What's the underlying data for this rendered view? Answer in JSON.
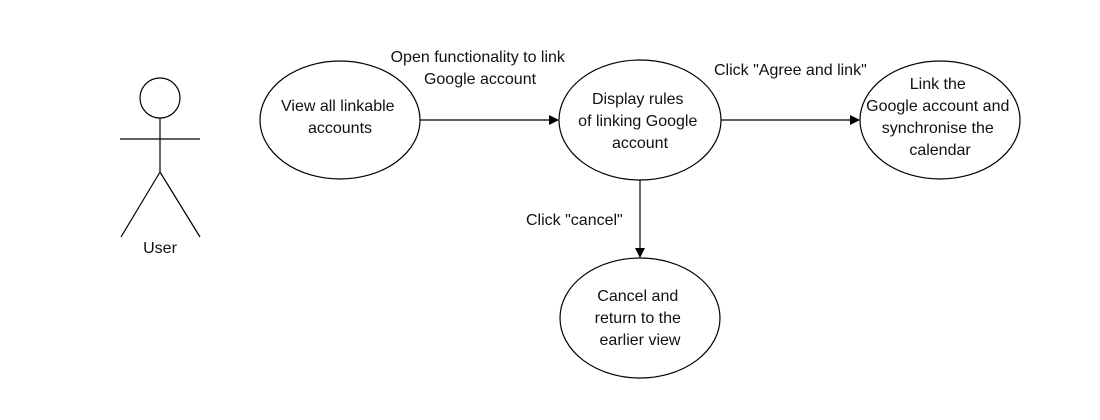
{
  "actor": {
    "label": "User"
  },
  "nodes": {
    "view_accounts": {
      "lines": [
        "View all linkable",
        "accounts"
      ]
    },
    "display_rules": {
      "lines": [
        "Display rules",
        "of linking Google",
        "account"
      ]
    },
    "link_account": {
      "lines": [
        "Link the",
        "Google account and",
        "synchronise the",
        "calendar"
      ]
    },
    "cancel_return": {
      "lines": [
        "Cancel and",
        "return to the",
        "earlier view"
      ]
    }
  },
  "edges": {
    "open_link": {
      "lines": [
        "Open functionality to link",
        "Google account"
      ]
    },
    "agree_link": {
      "lines": [
        "Click \"Agree and link\""
      ]
    },
    "cancel": {
      "lines": [
        "Click \"cancel\""
      ]
    }
  }
}
